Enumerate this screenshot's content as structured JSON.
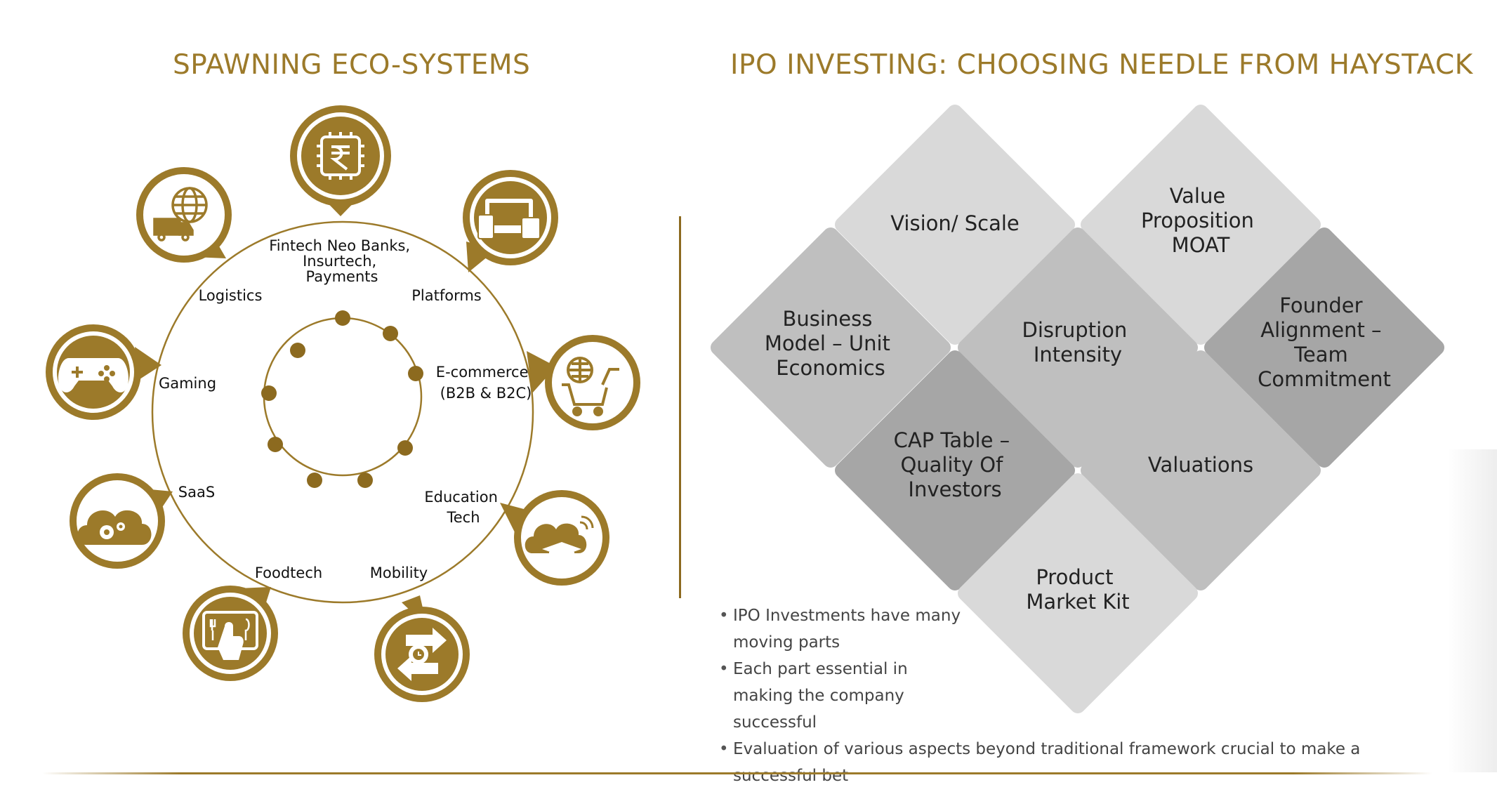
{
  "titles": {
    "left": "SPAWNING ECO-SYSTEMS",
    "right": "IPO INVESTING: CHOOSING NEEDLE FROM HAYSTACK"
  },
  "ecosystem": {
    "labels": {
      "fintech": [
        "Fintech Neo Banks,",
        "Insurtech,",
        "Payments"
      ],
      "platforms": "Platforms",
      "ecommerce": [
        "E-commerce",
        "(B2B & B2C)"
      ],
      "education": [
        "Education",
        "Tech"
      ],
      "mobility": "Mobility",
      "foodtech": "Foodtech",
      "saas": "SaaS",
      "gaming": "Gaming",
      "logistics": "Logistics"
    },
    "icons": [
      "rupee-chip-icon",
      "devices-icon",
      "cart-globe-icon",
      "cloud-graduation-icon",
      "gear-arrows-icon",
      "tablet-food-icon",
      "cloud-gears-icon",
      "gamepad-icon",
      "truck-globe-icon"
    ]
  },
  "diamonds": {
    "vision": [
      "Vision/ Scale"
    ],
    "value": [
      "Value",
      "Proposition",
      "MOAT"
    ],
    "business": [
      "Business",
      "Model – Unit",
      "Economics"
    ],
    "disruption": [
      "Disruption",
      "Intensity"
    ],
    "founder": [
      "Founder",
      "Alignment –",
      "Team",
      "Commitment"
    ],
    "cap": [
      "CAP Table –",
      "Quality Of",
      "Investors"
    ],
    "valuations": [
      "Valuations"
    ],
    "product": [
      "Product",
      "Market Kit"
    ]
  },
  "bullets": [
    "IPO Investments have many moving parts",
    "Each part essential in making the company successful",
    "Evaluation of various aspects beyond traditional framework crucial to make a successful bet"
  ],
  "colors": {
    "gold": "#9C7A2A",
    "diamond_light": "#D9D9D9",
    "diamond_mid": "#BFBFBF",
    "diamond_dark": "#A6A6A6"
  }
}
